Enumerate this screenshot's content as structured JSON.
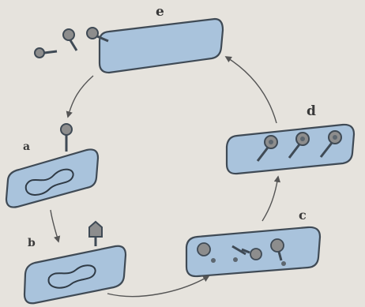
{
  "labels": {
    "a": "a",
    "b": "b",
    "c": "c",
    "d": "d",
    "e": "e"
  },
  "colors": {
    "background": "#e6e3dd",
    "cell_fill": "#a9c3dc",
    "outline": "#3f4a55",
    "phage_head": "#8d8d8d",
    "arrow": "#555555"
  }
}
